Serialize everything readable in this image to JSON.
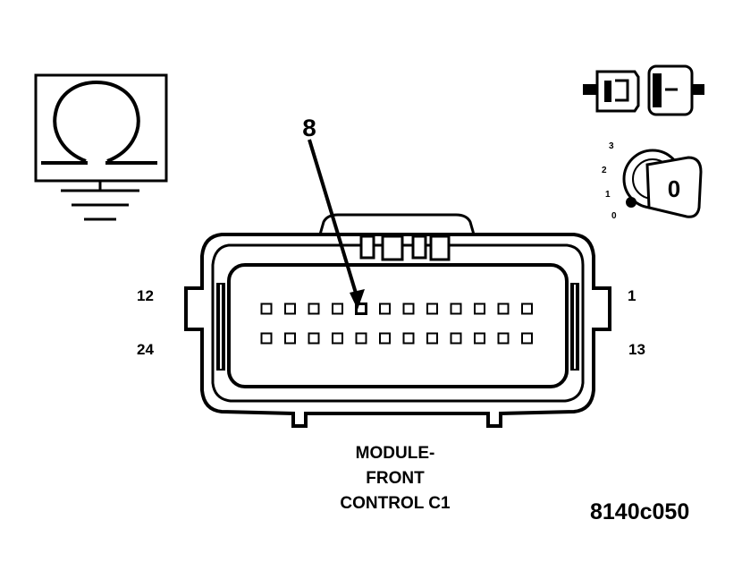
{
  "callout": {
    "label": "8"
  },
  "pin_labels": {
    "top_left": "12",
    "bottom_left": "24",
    "top_right": "1",
    "bottom_right": "13"
  },
  "connector": {
    "title_lines": [
      "MODULE-",
      "FRONT",
      "CONTROL C1"
    ],
    "rows": 2,
    "cavities_per_row": 12,
    "highlighted_cavity": 8
  },
  "ignition_positions": [
    "3",
    "2",
    "1",
    "0"
  ],
  "ignition_key_label": "0",
  "figure_code": "8140c050",
  "icons": [
    "ohmmeter-ground-icon",
    "connector-unplugged-icon",
    "ignition-key-icon"
  ]
}
